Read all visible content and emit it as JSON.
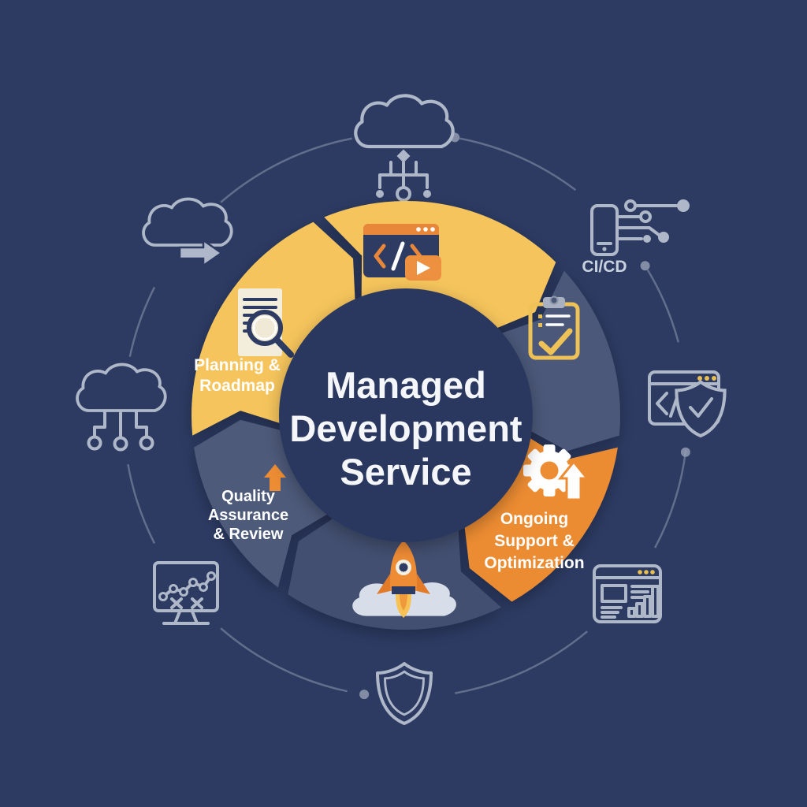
{
  "title": {
    "lines": [
      "Managed",
      "Development",
      "Service"
    ]
  },
  "colors": {
    "background": "#2D3B63",
    "center_circle": "#2B3960",
    "ring_yellow": "#F5C45C",
    "ring_orange": "#EC8C33",
    "ring_slate": "#4B5979",
    "ring_slate_dark": "#434F6F",
    "ring_slate_light": "#4D5A7A",
    "outline_icon": "#AFB8C9",
    "window_dots": "#E9C050",
    "text": "#FFFFFF"
  },
  "wheel": {
    "segments": [
      {
        "id": "planning",
        "start": 263,
        "end": 336,
        "color_key": "ring_yellow",
        "icon": "document-magnifier-icon",
        "label_lines": [
          "Planning &",
          "Roadmap"
        ]
      },
      {
        "id": "development",
        "start": 336,
        "end": 406,
        "color_key": "ring_yellow",
        "icon": "code-editor-play-icon",
        "label_lines": []
      },
      {
        "id": "checklist",
        "start": 46,
        "end": 97,
        "color_key": "ring_slate",
        "icon": "clipboard-check-icon",
        "label_lines": []
      },
      {
        "id": "support",
        "start": 97,
        "end": 152,
        "color_key": "ring_orange",
        "icon": "gear-upgrade-icon",
        "label_lines": [
          "Ongoing",
          "Support &",
          "Optimization"
        ]
      },
      {
        "id": "launch",
        "start": 152,
        "end": 215,
        "color_key": "ring_slate_dark",
        "icon": "rocket-launch-icon",
        "label_lines": []
      },
      {
        "id": "qa",
        "start": 215,
        "end": 263,
        "color_key": "ring_slate_light",
        "icon": "up-arrow-icon",
        "label_lines": [
          "Quality",
          "Assurance",
          "& Review"
        ]
      }
    ]
  },
  "orbit": {
    "radius": 358,
    "dot_angles": [
      10,
      58,
      97.5,
      188.5
    ],
    "icons": [
      {
        "name": "cloud-circuit-icon",
        "angle": 0
      },
      {
        "name": "smartphone-cicd-icon",
        "angle": 48,
        "label": "CI/CD"
      },
      {
        "name": "code-window-shield-icon",
        "angle": 86
      },
      {
        "name": "dashboard-analytics-icon",
        "angle": 129
      },
      {
        "name": "shield-icon",
        "angle": 181
      },
      {
        "name": "monitor-chart-icon",
        "angle": 232
      },
      {
        "name": "cloud-network-icon",
        "angle": 271
      },
      {
        "name": "cloud-transfer-icon",
        "angle": 308
      }
    ]
  }
}
